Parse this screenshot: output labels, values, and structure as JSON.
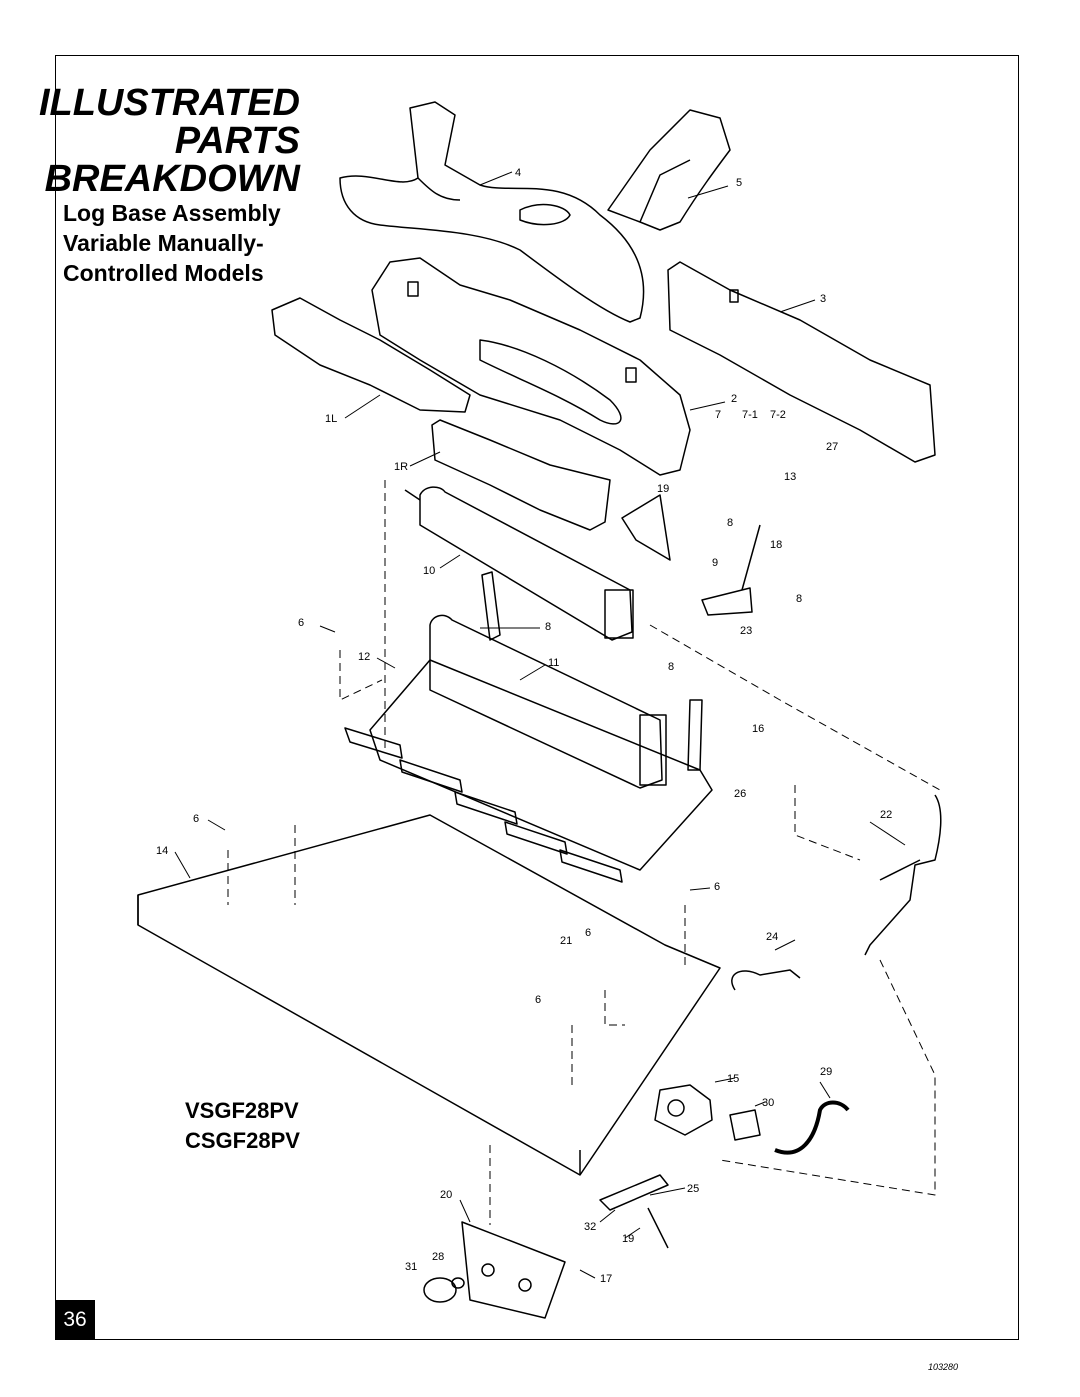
{
  "title": {
    "line1": "ILLUSTRATED",
    "line2": "PARTS",
    "line3": "BREAKDOWN"
  },
  "subtitle": {
    "line1": "Log Base Assembly",
    "line2": "Variable Manually-",
    "line3": "Controlled Models"
  },
  "models": {
    "line1": "VSGF28PV",
    "line2": "CSGF28PV"
  },
  "page_number": "36",
  "doc_number": "103280",
  "callouts": [
    "4",
    "5",
    "3",
    "2",
    "7",
    "7-1",
    "7-2",
    "27",
    "13",
    "1L",
    "1R",
    "19",
    "8",
    "18",
    "9",
    "10",
    "6",
    "8",
    "12",
    "11",
    "8",
    "8",
    "23",
    "16",
    "26",
    "22",
    "6",
    "14",
    "6",
    "21",
    "6",
    "24",
    "6",
    "15",
    "29",
    "30",
    "20",
    "25",
    "32",
    "19",
    "31",
    "28",
    "17"
  ]
}
